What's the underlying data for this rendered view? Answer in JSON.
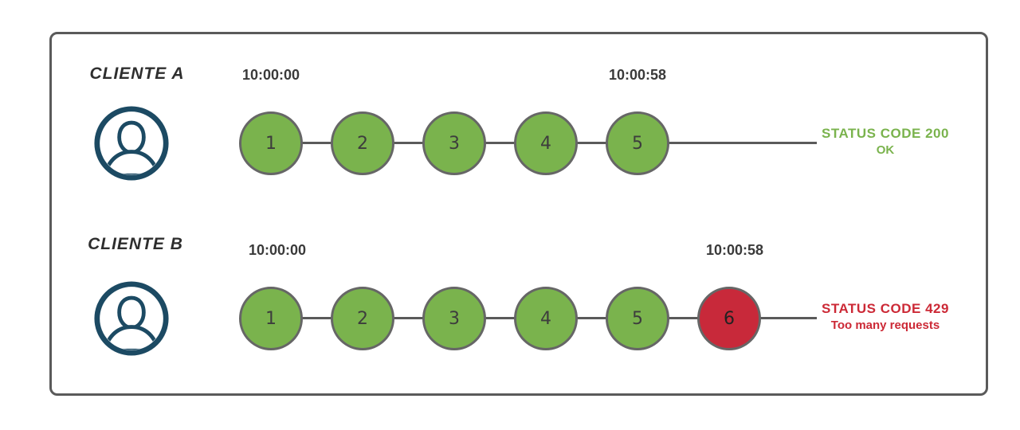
{
  "colors": {
    "success_green": "#7ab34d",
    "error_red": "#c8293a",
    "status_green_text": "#7ab34d",
    "status_red_text": "#cc2936",
    "avatar_navy": "#1c4a63",
    "line_gray": "#5a5a5a",
    "frame_border": "#5a5a5a"
  },
  "rows": [
    {
      "client_label": "CLIENTE A",
      "start_time": "10:00:00",
      "end_time": "10:00:58",
      "requests": [
        "1",
        "2",
        "3",
        "4",
        "5"
      ],
      "status": {
        "line1": "STATUS CODE 200",
        "line2": "OK"
      }
    },
    {
      "client_label": "CLIENTE B",
      "start_time": "10:00:00",
      "end_time": "10:00:58",
      "requests": [
        "1",
        "2",
        "3",
        "4",
        "5",
        "6"
      ],
      "status": {
        "line1": "STATUS CODE 429",
        "line2": "Too many requests"
      }
    }
  ]
}
